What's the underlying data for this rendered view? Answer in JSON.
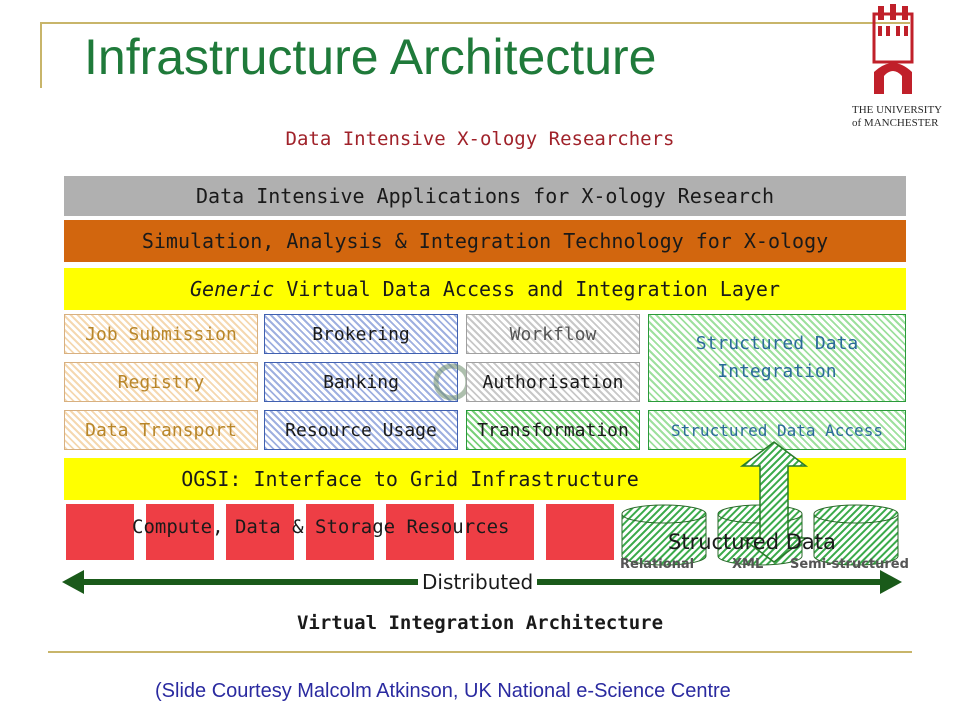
{
  "title": "Infrastructure Architecture",
  "subtitle": "Data Intensive X-ology Researchers",
  "layers": {
    "applications": "Data Intensive Applications for X-ology Research",
    "simulation": "Simulation, Analysis & Integration Technology for X-ology",
    "generic_emph": "Generic",
    "generic_rest": " Virtual Data Access and Integration Layer",
    "ogsi": "OGSI: Interface to Grid Infrastructure"
  },
  "services": {
    "job_submission": "Job Submission",
    "registry": "Registry",
    "data_transport": "Data Transport",
    "brokering": "Brokering",
    "banking": "Banking",
    "resource_usage": "Resource Usage",
    "workflow": "Workflow",
    "authorisation": "Authorisation",
    "transformation": "Transformation",
    "sdi_line1": "Structured Data",
    "sdi_line2": "Integration",
    "sda": "Structured Data Access"
  },
  "resources": {
    "label": "Compute, Data & Storage Resources",
    "structured_data": "Structured Data",
    "relational": "Relational",
    "xml": "XML",
    "semi": "Semi-structured"
  },
  "distributed": "Distributed",
  "footer": "Virtual Integration Architecture",
  "credit": "(Slide Courtesy Malcolm Atkinson, UK National e-Science Centre",
  "logo": {
    "line1": "THE UNIVERSITY",
    "line2": "of MANCHESTER"
  },
  "colors": {
    "title": "#1f7a3a",
    "subtitle": "#a0222a",
    "orange_bar": "#d2660e",
    "yellow_bar": "#ffff00",
    "red_block": "#ee3e45",
    "arrow": "#1a5a1a"
  }
}
